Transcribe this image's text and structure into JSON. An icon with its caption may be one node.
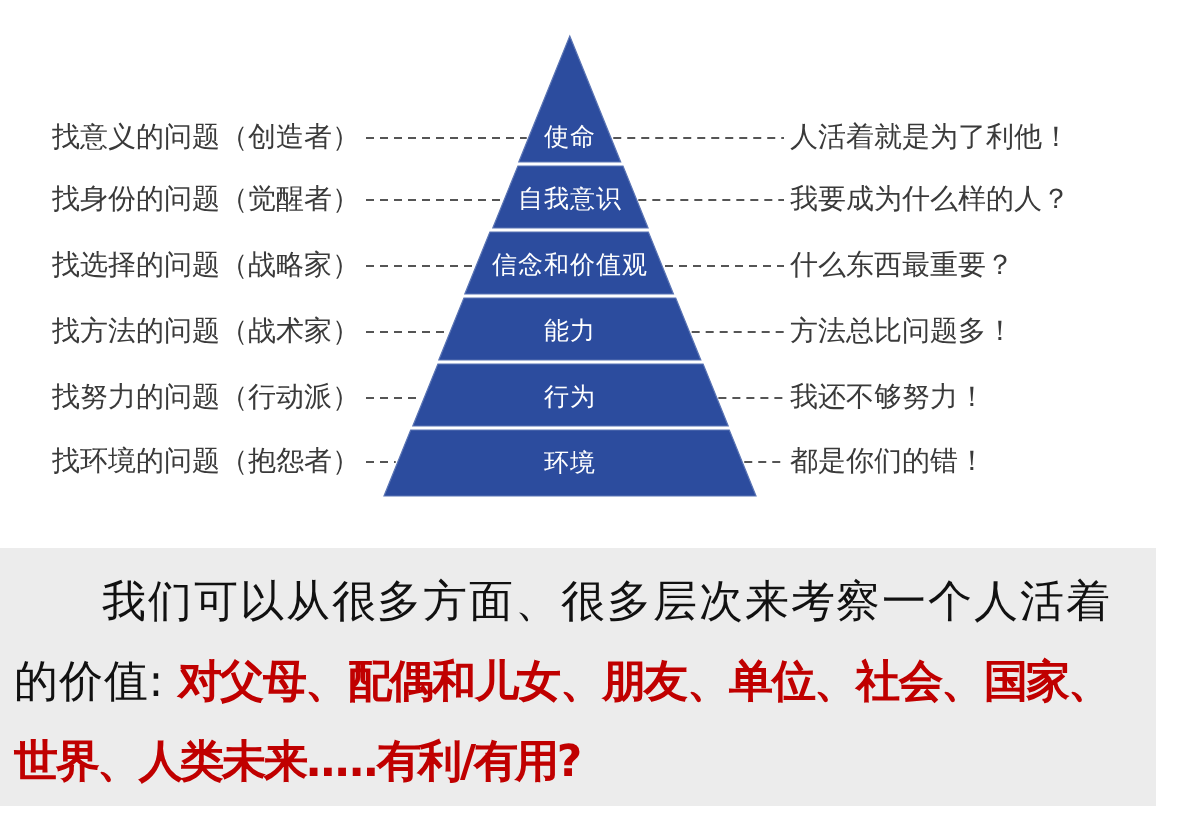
{
  "diagram": {
    "nodes": [
      {
        "text": [
          "找意义的问题（创造者）"
        ]
      },
      {
        "text": [
          "使命"
        ]
      },
      {
        "text": [
          "人活着就是为了利他！"
        ]
      },
      {
        "text": [
          "找身份的问题（觉醒者）"
        ]
      },
      {
        "text": [
          "自我意识"
        ]
      },
      {
        "text": [
          "我要成为什么样的人？"
        ]
      },
      {
        "text": [
          "找选择的问题（战略家）"
        ]
      },
      {
        "text": [
          "信念和价值观"
        ]
      },
      {
        "text": [
          "什么东西最重要？"
        ]
      },
      {
        "text": [
          "找方法的问题（战术家）"
        ]
      },
      {
        "text": [
          "能力"
        ]
      },
      {
        "text": [
          "方法总比问题多！"
        ]
      },
      {
        "text": [
          "找努力的问题（行动派）"
        ]
      },
      {
        "text": [
          "行为"
        ]
      },
      {
        "text": [
          "我还不够努力！"
        ]
      },
      {
        "text": [
          "找环境的问题（抱怨者）"
        ]
      },
      {
        "text": [
          "环境"
        ]
      },
      {
        "text": [
          "都是你们的错！"
        ]
      },
      {
        "text": [
          "我们可以从很多方面、很多层次来考察一个人活着的价值: **对父母、配偶和儿女、朋友、单位、社会、国家、世界、人类未来.....有利/有用?**"
        ]
      }
    ],
    "edges": [
      {
        "from": 0,
        "to": 1,
        "arrow": "none",
        "style": "dashed"
      },
      {
        "from": 1,
        "to": 2,
        "arrow": "none",
        "style": "dashed"
      },
      {
        "from": 3,
        "to": 4,
        "arrow": "none",
        "style": "dashed"
      },
      {
        "from": 4,
        "to": 5,
        "arrow": "none",
        "style": "dashed"
      },
      {
        "from": 6,
        "to": 7,
        "arrow": "none",
        "style": "dashed"
      },
      {
        "from": 7,
        "to": 8,
        "arrow": "none",
        "style": "dashed"
      },
      {
        "from": 9,
        "to": 10,
        "arrow": "none",
        "style": "dashed"
      },
      {
        "from": 10,
        "to": 11,
        "arrow": "none",
        "style": "dashed"
      },
      {
        "from": 12,
        "to": 13,
        "arrow": "none",
        "style": "dashed"
      },
      {
        "from": 13,
        "to": 14,
        "arrow": "none",
        "style": "dashed"
      },
      {
        "from": 15,
        "to": 16,
        "arrow": "none",
        "style": "dashed"
      },
      {
        "from": 16,
        "to": 17,
        "arrow": "none",
        "style": "dashed"
      }
    ]
  }
}
